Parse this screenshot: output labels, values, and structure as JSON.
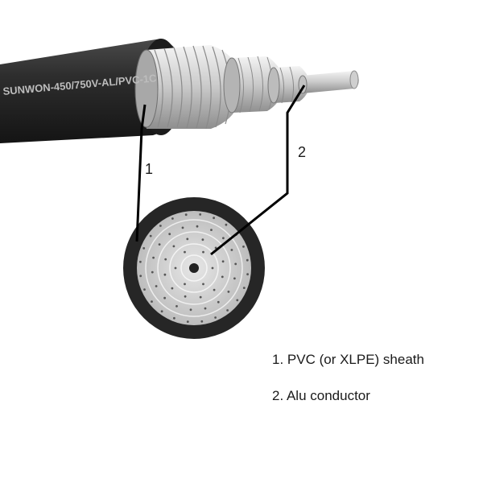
{
  "diagram": {
    "cable_print": "SUNWON-450/750V-AL/PVC-1C",
    "callouts": [
      {
        "number": "1"
      },
      {
        "number": "2"
      }
    ],
    "legend": [
      {
        "text": "1. PVC (or XLPE) sheath"
      },
      {
        "text": "2. Alu conductor"
      }
    ],
    "colors": {
      "sheath": "#262626",
      "conductor": "#d4d4d4",
      "leader": "#000000",
      "print": "#bdbdbd"
    }
  }
}
